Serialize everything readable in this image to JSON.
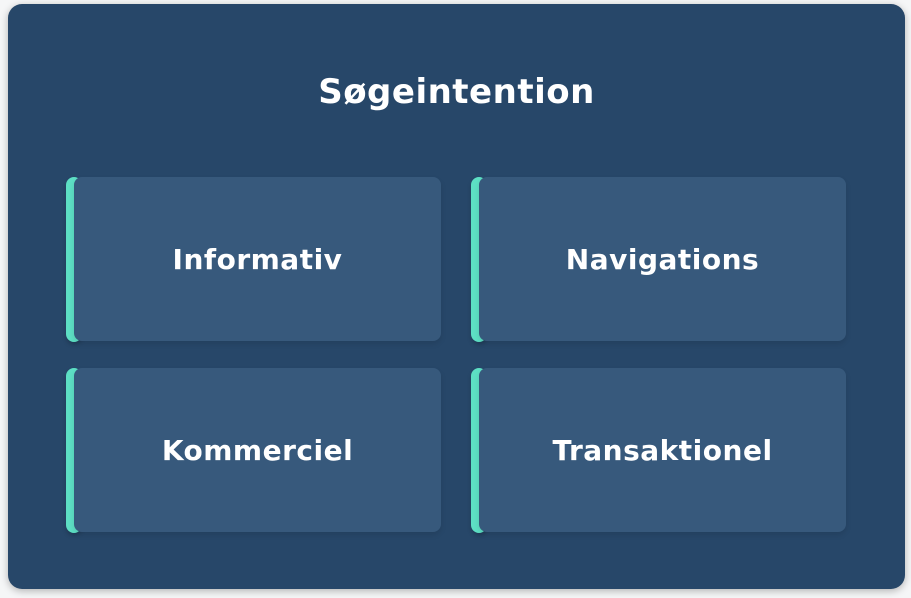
{
  "card": {
    "title": "Søgeintention",
    "boxes": [
      {
        "label": "Informativ"
      },
      {
        "label": "Navigations"
      },
      {
        "label": "Kommerciel"
      },
      {
        "label": "Transaktionel"
      }
    ]
  },
  "theme": {
    "page_bg": "#f5f6f7",
    "card_bg": "#274769",
    "box_bg": "#37597c",
    "accent": "#5ddfc4",
    "text": "#ffffff"
  }
}
